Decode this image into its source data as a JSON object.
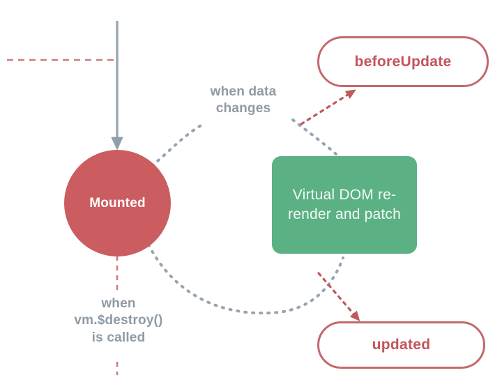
{
  "diagram": {
    "title": "Vue lifecycle mounted-to-update flow",
    "background": "#ffffff",
    "nodes": {
      "mounted": {
        "label": "Mounted",
        "shape": "circle",
        "fill": "#cb5c60",
        "text_color": "#ffffff"
      },
      "virtual_dom": {
        "label": "Virtual DOM\nre-render\nand patch",
        "shape": "rounded-rect",
        "fill": "#5bb184",
        "text_color": "#f2fbf6"
      },
      "before_update": {
        "label": "beforeUpdate",
        "shape": "pill",
        "fill": "#ffffff",
        "stroke": "#c4686c",
        "text_color": "#c4545a"
      },
      "updated": {
        "label": "updated",
        "shape": "pill",
        "fill": "#ffffff",
        "stroke": "#c4686c",
        "text_color": "#c4545a"
      }
    },
    "edge_labels": {
      "when_data_changes": "when data\nchanges",
      "when_destroy_called": "when\nvm.$destroy()\nis called"
    },
    "colors": {
      "red": "#cb5c60",
      "green": "#5bb184",
      "gray_blue": "#8e9aa6",
      "arrow_gray": "#8fa0ad",
      "hook_red": "#c4686c",
      "dotted_gray": "#97a4b0",
      "dashed_red": "#cf7b7e"
    }
  }
}
